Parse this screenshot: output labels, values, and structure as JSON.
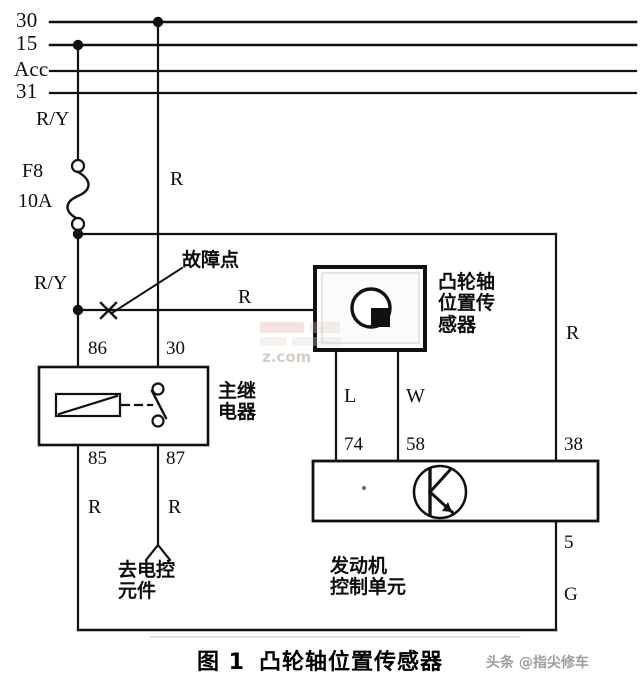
{
  "figure": {
    "caption_number": "图 1",
    "caption_title": "凸轮轴位置传感器",
    "watermark": "头条 @指尖修车",
    "watermark_center": "z.com"
  },
  "bus_lines": [
    {
      "name": "30",
      "y": 22
    },
    {
      "name": "15",
      "y": 45
    },
    {
      "name": "Acc",
      "y": 71
    },
    {
      "name": "31",
      "y": 93
    }
  ],
  "fuse": {
    "designation": "F8",
    "rating": "10A"
  },
  "wire_labels": {
    "supply_ry_top": "R/Y",
    "supply_ry_lower": "R/Y",
    "center_r_top": "R",
    "sensor_feed_r": "R",
    "right_r": "R",
    "relay_85_r": "R",
    "relay_87_r": "R",
    "sensor_l": "L",
    "sensor_w": "W"
  },
  "fault": {
    "marker": "×",
    "label": "故障点"
  },
  "relay": {
    "label": "主继\n电器",
    "pins": {
      "top_left": "86",
      "top_right": "30",
      "bottom_left": "85",
      "bottom_right": "87"
    }
  },
  "sensor": {
    "label": "凸轮轴\n位置传\n感器",
    "icon": "hall-sensor-icon"
  },
  "ecu": {
    "label": "发动机\n控制单元",
    "icon": "hall-element-icon",
    "pins": {
      "left_1": "74",
      "left_2": "58",
      "right_top": "38",
      "right_mid": "5",
      "ground": "G"
    }
  },
  "load": {
    "label": "去电控\n元件"
  },
  "colors": {
    "line": "#111111",
    "background": "#ffffff",
    "watermark": "#8d8d8d"
  }
}
